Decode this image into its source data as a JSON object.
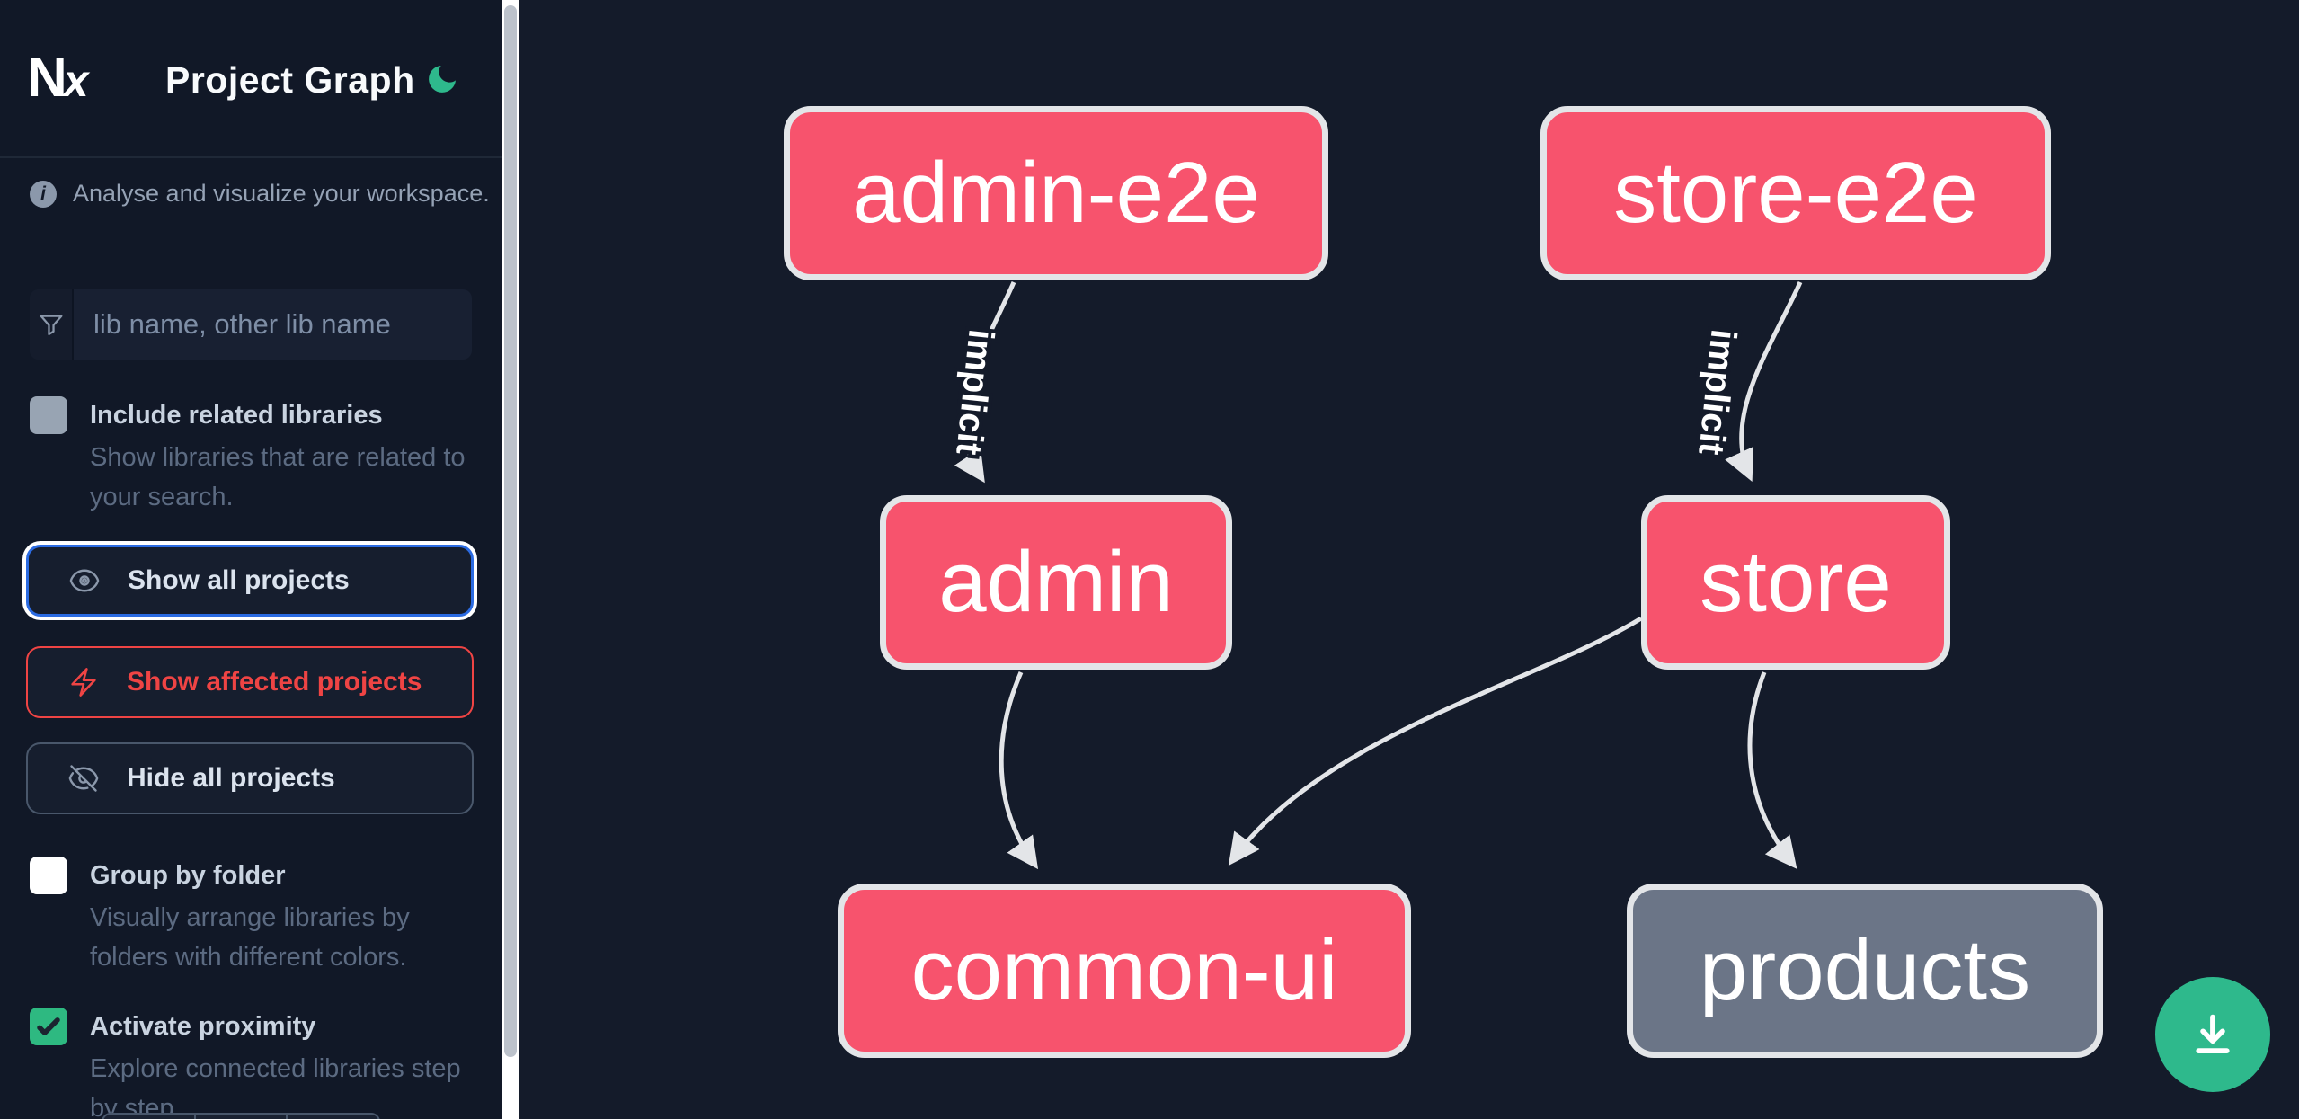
{
  "header": {
    "logo_text": "Nx",
    "title": "Project Graph",
    "theme_toggle": "moon-icon"
  },
  "sidebar": {
    "tagline": "Analyse and visualize your workspace.",
    "search": {
      "placeholder": "lib name, other lib name"
    },
    "include_related": {
      "label": "Include related libraries",
      "description": "Show libraries that are related to your search.",
      "checked": false,
      "state": "disabled"
    },
    "actions": [
      {
        "id": "show-all",
        "label": "Show all projects",
        "icon": "eye-icon",
        "state": "focused"
      },
      {
        "id": "show-affected",
        "label": "Show affected projects",
        "icon": "bolt-icon",
        "variant": "danger"
      },
      {
        "id": "hide-all",
        "label": "Hide all projects",
        "icon": "eye-off-icon",
        "variant": "plain"
      }
    ],
    "group_by_folder": {
      "label": "Group by folder",
      "description": "Visually arrange libraries by folders with different colors.",
      "checked": false
    },
    "activate_proximity": {
      "label": "Activate proximity",
      "description": "Explore connected libraries step by step.",
      "checked": true
    }
  },
  "graph": {
    "nodes": [
      {
        "id": "admin-e2e",
        "label": "admin-e2e",
        "kind": "highlighted"
      },
      {
        "id": "store-e2e",
        "label": "store-e2e",
        "kind": "highlighted"
      },
      {
        "id": "admin",
        "label": "admin",
        "kind": "highlighted"
      },
      {
        "id": "store",
        "label": "store",
        "kind": "highlighted"
      },
      {
        "id": "common-ui",
        "label": "common-ui",
        "kind": "highlighted"
      },
      {
        "id": "products",
        "label": "products",
        "kind": "muted"
      }
    ],
    "edges": [
      {
        "source": "admin-e2e",
        "target": "admin",
        "label": "implicit"
      },
      {
        "source": "store-e2e",
        "target": "store",
        "label": "implicit"
      },
      {
        "source": "admin",
        "target": "common-ui",
        "label": ""
      },
      {
        "source": "store",
        "target": "common-ui",
        "label": ""
      },
      {
        "source": "store",
        "target": "products",
        "label": ""
      }
    ]
  },
  "fab": {
    "icon": "download-icon"
  },
  "colors": {
    "node_highlighted": "#f7536d",
    "node_muted": "#6b7587",
    "edge": "#e3e5e8",
    "accent_green": "#2eb98c",
    "danger_red": "#ef4444",
    "focus_blue": "#2b6be2",
    "sidebar_bg": "#111827",
    "canvas_bg": "#141b2a"
  }
}
